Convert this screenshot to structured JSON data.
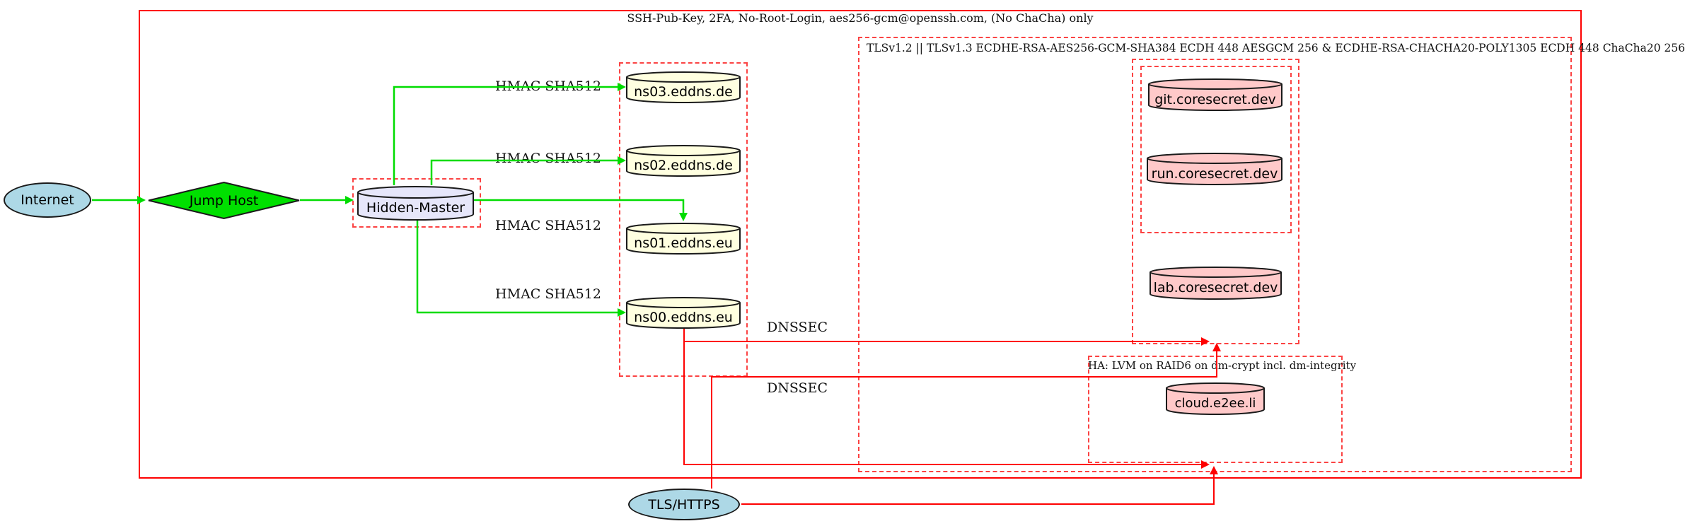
{
  "clusters": {
    "ssh": {
      "label": "SSH-Pub-Key, 2FA, No-Root-Login, aes256-gcm@openssh.com, (No ChaCha) only"
    },
    "tls": {
      "label": "TLSv1.2 || TLSv1.3 ECDHE-RSA-AES256-GCM-SHA384 ECDH 448 AESGCM 256 & ECDHE-RSA-CHACHA20-POLY1305 ECDH 448 ChaCha20 256"
    },
    "ha": {
      "label": "HA: LVM on RAID6 on dm-crypt incl. dm-integrity"
    }
  },
  "nodes": {
    "internet": {
      "label": "Internet",
      "shape": "ellipse"
    },
    "jump_host": {
      "label": "Jump Host",
      "shape": "diamond"
    },
    "hidden_master": {
      "label": "Hidden-Master",
      "shape": "cylinder"
    },
    "ns03": {
      "label": "ns03.eddns.de",
      "shape": "cylinder"
    },
    "ns02": {
      "label": "ns02.eddns.de",
      "shape": "cylinder"
    },
    "ns01": {
      "label": "ns01.eddns.eu",
      "shape": "cylinder"
    },
    "ns00": {
      "label": "ns00.eddns.eu",
      "shape": "cylinder"
    },
    "git": {
      "label": "git.coresecret.dev",
      "shape": "cylinder"
    },
    "run": {
      "label": "run.coresecret.dev",
      "shape": "cylinder"
    },
    "lab": {
      "label": "lab.coresecret.dev",
      "shape": "cylinder"
    },
    "cloud": {
      "label": "cloud.e2ee.li",
      "shape": "cylinder"
    },
    "tls_https": {
      "label": "TLS/HTTPS",
      "shape": "ellipse"
    }
  },
  "edge_labels": [
    {
      "id": "hmac-ns03",
      "text": "HMAC SHA512"
    },
    {
      "id": "hmac-ns02",
      "text": "HMAC SHA512"
    },
    {
      "id": "hmac-ns01",
      "text": "HMAC SHA512"
    },
    {
      "id": "hmac-ns00",
      "text": "HMAC SHA512"
    },
    {
      "id": "dnssec-1",
      "text": "DNSSEC"
    },
    {
      "id": "dnssec-2",
      "text": "DNSSEC"
    }
  ],
  "colors": {
    "edge_green": "#00dc00",
    "edge_red": "#fe0101",
    "cluster_dashed_red": "#fb4343",
    "node_blue": "#add8e6",
    "node_green": "#00e000",
    "node_lavender": "#e6e6fa",
    "node_yellow": "#ffffe0",
    "node_pink": "#ffc9c9",
    "node_border": "#1a1a1a"
  }
}
